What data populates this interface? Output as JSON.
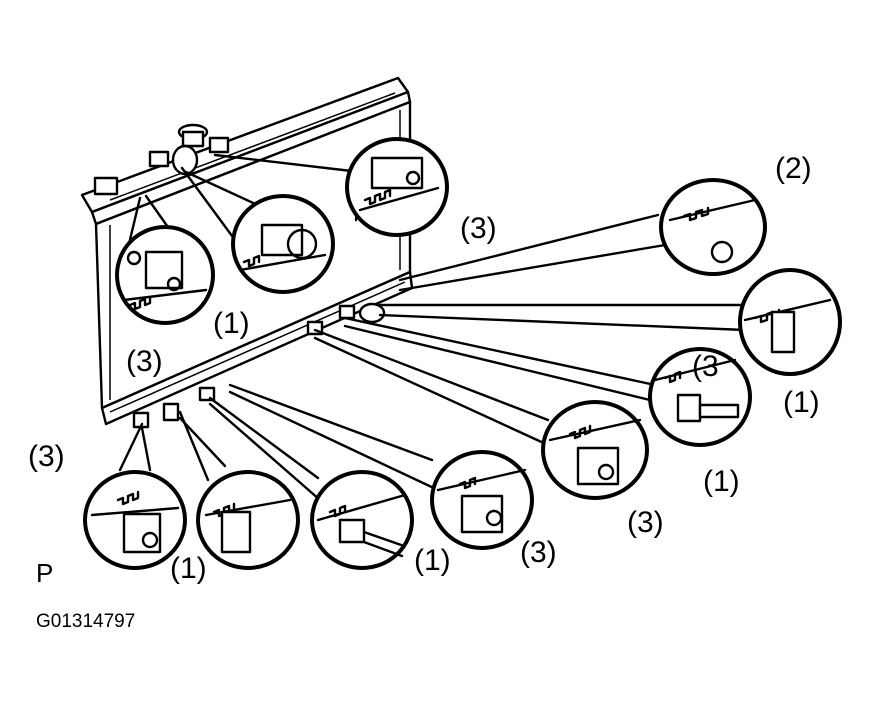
{
  "figure": {
    "view_letter": "P",
    "figure_id": "G01314797"
  },
  "labels": {
    "top_upper_clip": "(2)",
    "top_mid": "(3)",
    "top_left_inner": "(1)",
    "top_left_outer": "(3)",
    "right_inner_overlap": "(3",
    "right_far": "(1)",
    "right_low": "(1)",
    "bottom_right_3": "(3)",
    "bottom_mid_3": "(3)",
    "bottom_mid_1": "(1)",
    "bottom_left_1": "(1)",
    "bottom_left_3": "(3)"
  }
}
